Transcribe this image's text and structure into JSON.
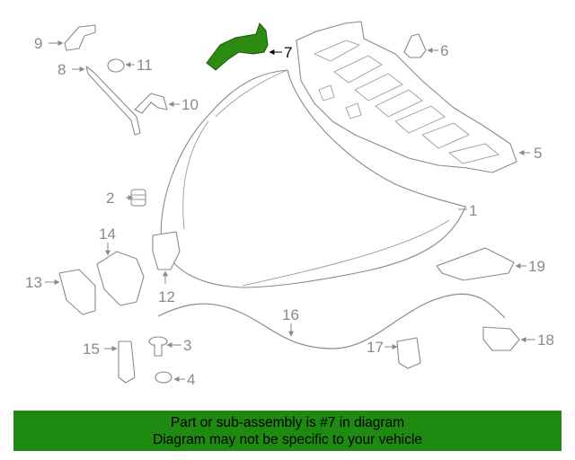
{
  "highlight_color": "#2e8b12",
  "banner": {
    "color": "#1f8a12",
    "line1": "Part or sub-assembly is #7 in diagram",
    "line2": "Diagram may not be specific to your vehicle"
  },
  "callouts": {
    "c1": "1",
    "c2": "2",
    "c3": "3",
    "c4": "4",
    "c5": "5",
    "c6": "6",
    "c7": "7",
    "c8": "8",
    "c9": "9",
    "c10": "10",
    "c11": "11",
    "c12": "12",
    "c13": "13",
    "c14": "14",
    "c15": "15",
    "c16": "16",
    "c17": "17",
    "c18": "18",
    "c19": "19"
  },
  "highlighted_part": "7"
}
